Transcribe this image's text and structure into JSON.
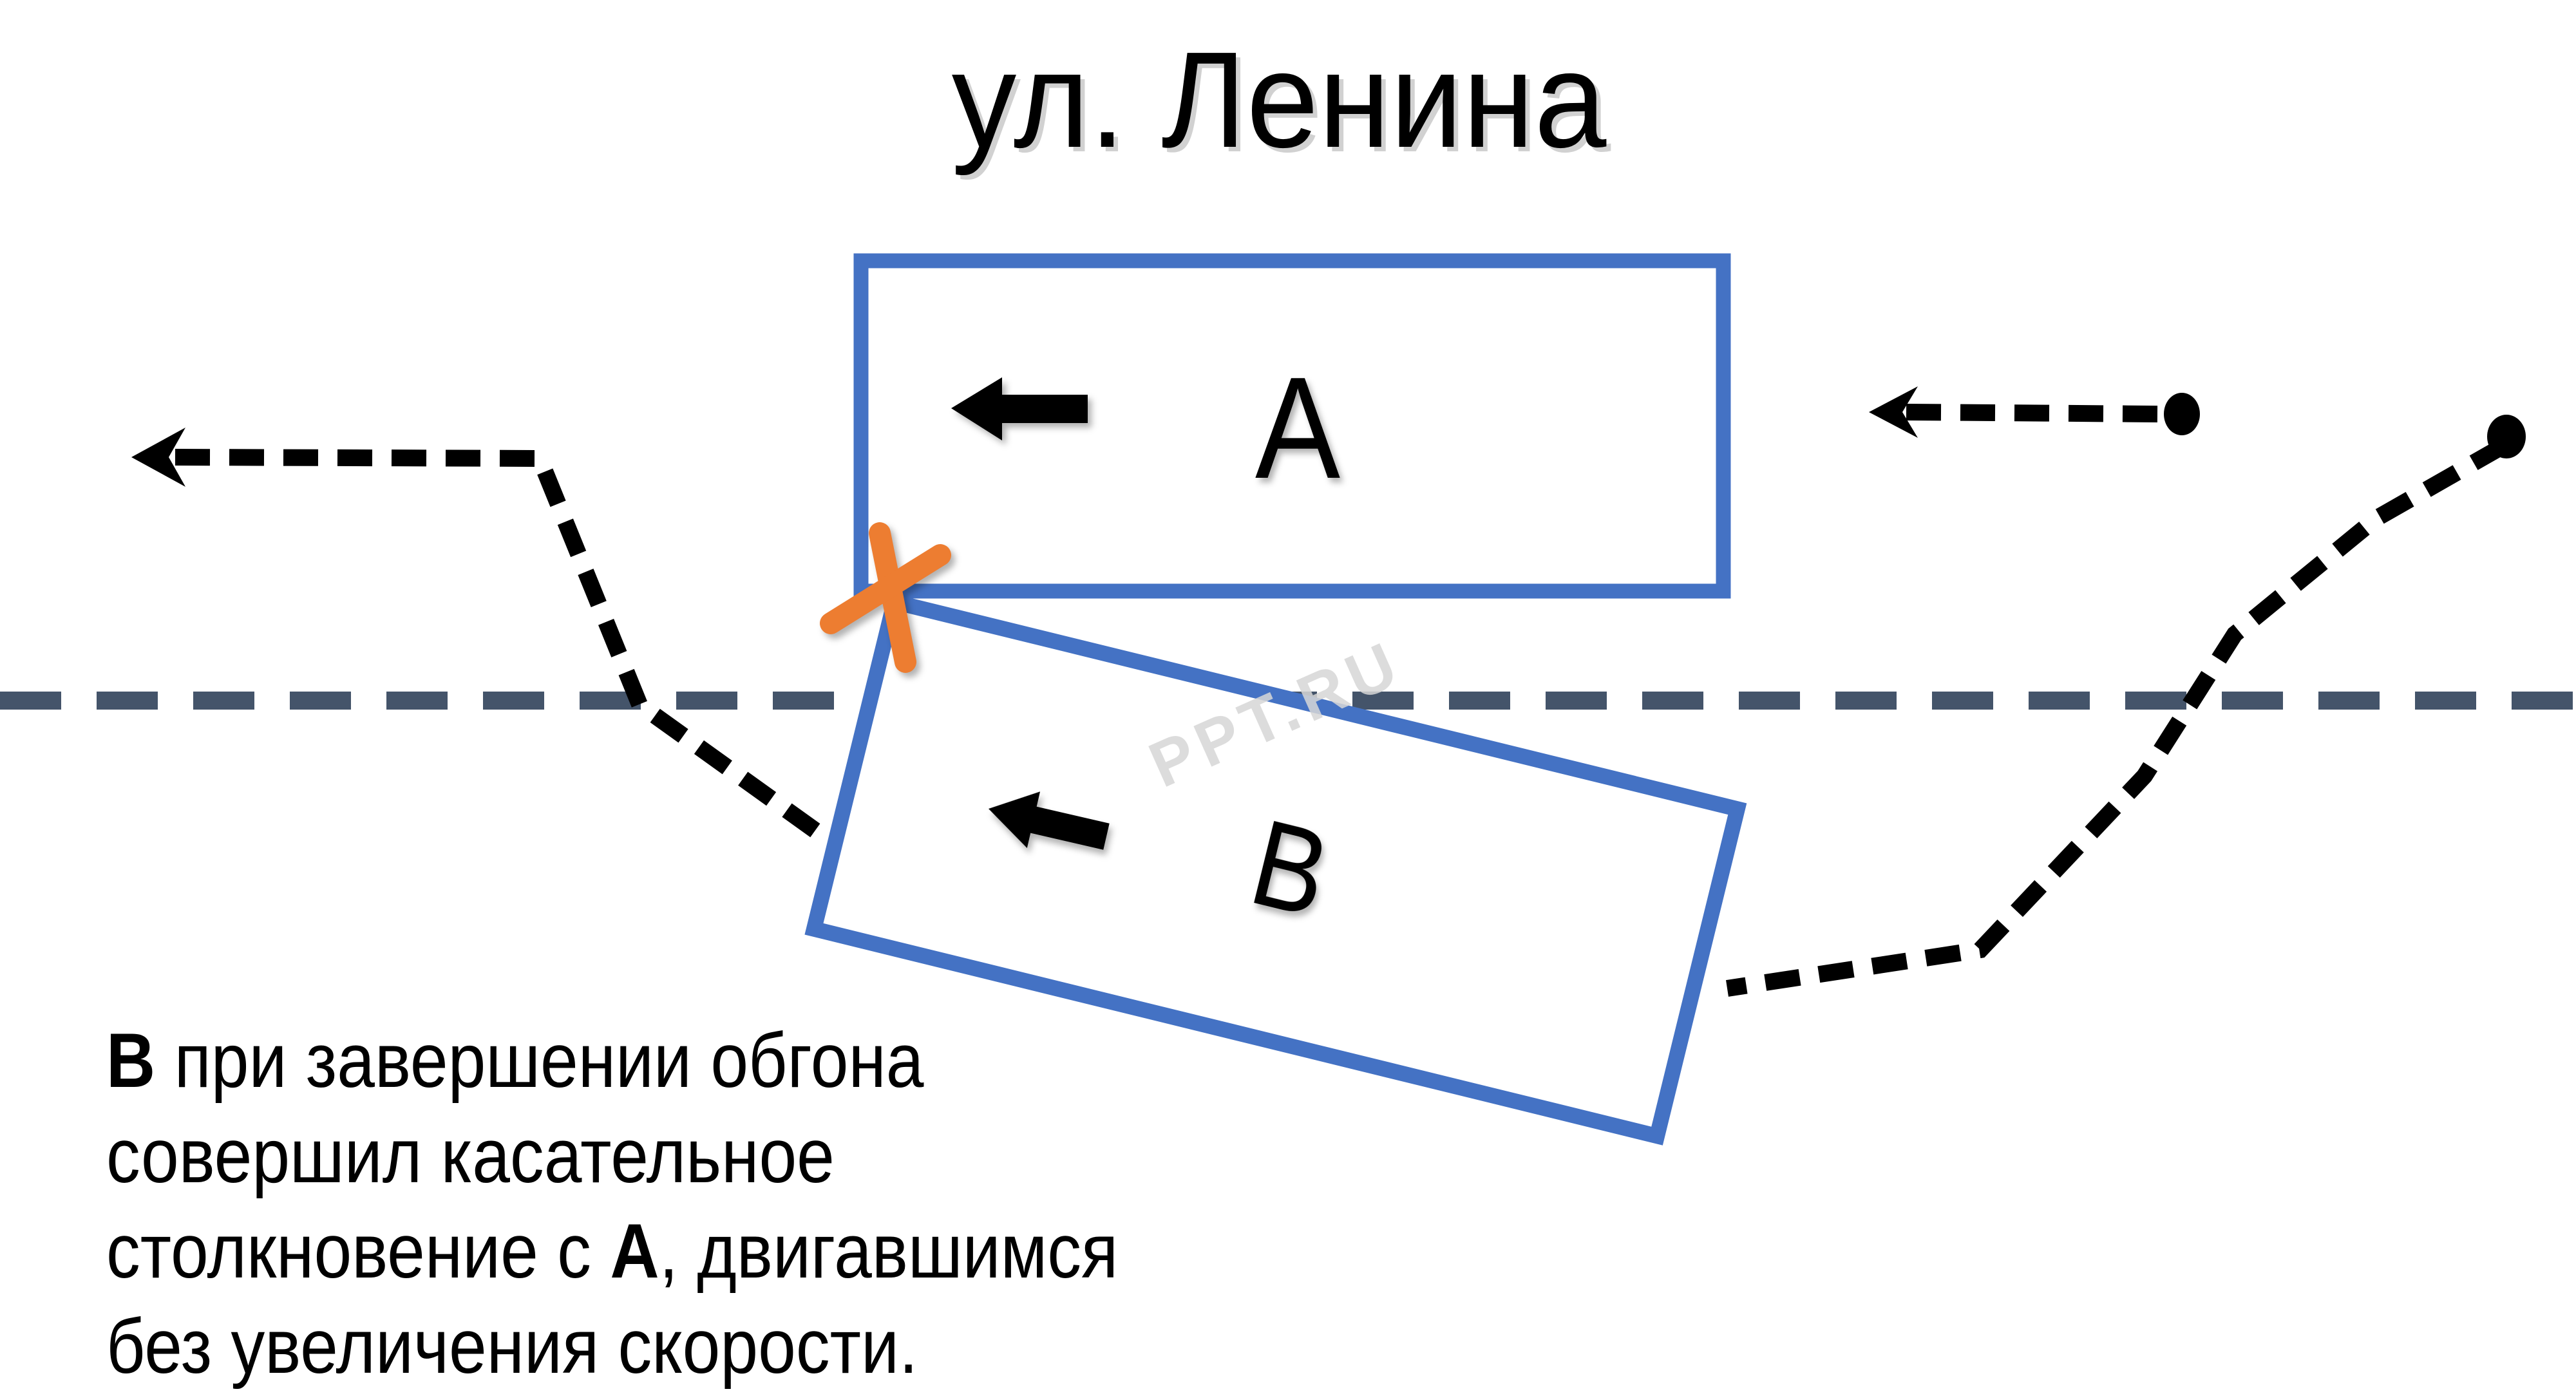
{
  "title": "ул. Ленина",
  "vehicle_a": {
    "label": "А"
  },
  "vehicle_b": {
    "label": "В"
  },
  "watermark": "PPT.RU",
  "caption": {
    "line1_bold": "В",
    "line1_rest": " при завершении обгона",
    "line2": "совершил касательное",
    "line3_pre": "столкновение с ",
    "line3_bold": "А",
    "line3_rest": ", двигавшимся",
    "line4": "без увеличения скорости."
  },
  "colors": {
    "vehicle_outline": "#4472C4",
    "collision_mark": "#ED7D31",
    "center_line": "#44546A",
    "trajectory": "#000000",
    "background": "#FFFFFF",
    "watermark_gray": "#D7D7D7"
  }
}
